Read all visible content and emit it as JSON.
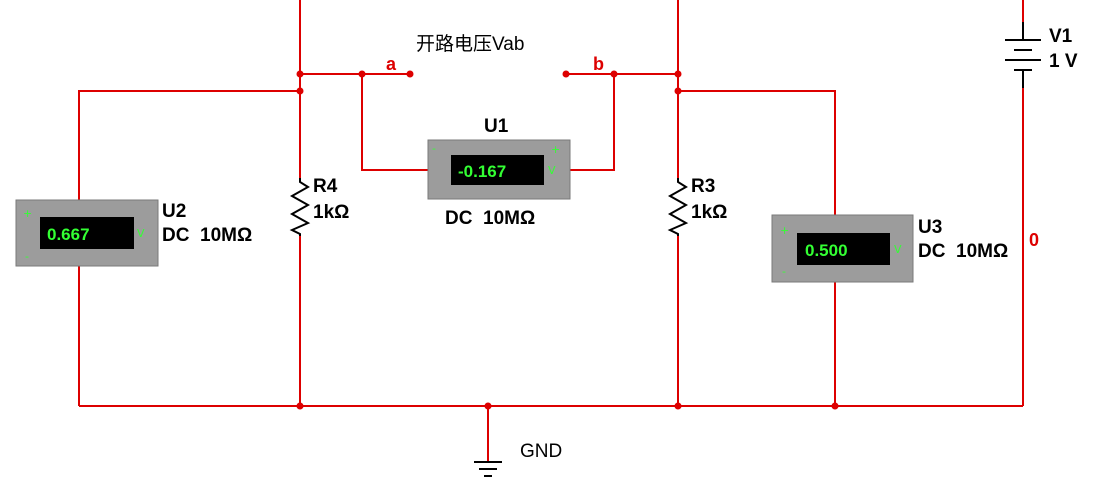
{
  "title": "开路电压Vab",
  "nodes": {
    "a": "a",
    "b": "b",
    "zero": "0"
  },
  "ground": {
    "label": "GND"
  },
  "source": {
    "name": "V1",
    "value": "1 V"
  },
  "resistors": [
    {
      "name": "R4",
      "value": "1kΩ"
    },
    {
      "name": "R3",
      "value": "1kΩ"
    }
  ],
  "meters": [
    {
      "name": "U1",
      "reading": "-0.167",
      "mode": "DC  10MΩ",
      "plus": "+",
      "minus": "-",
      "unit": "V"
    },
    {
      "name": "U2",
      "reading": "0.667",
      "mode": "DC  10MΩ",
      "plus": "+",
      "minus": "-",
      "unit": "V"
    },
    {
      "name": "U3",
      "reading": "0.500",
      "mode": "DC  10MΩ",
      "plus": "+",
      "minus": "-",
      "unit": "V"
    }
  ]
}
